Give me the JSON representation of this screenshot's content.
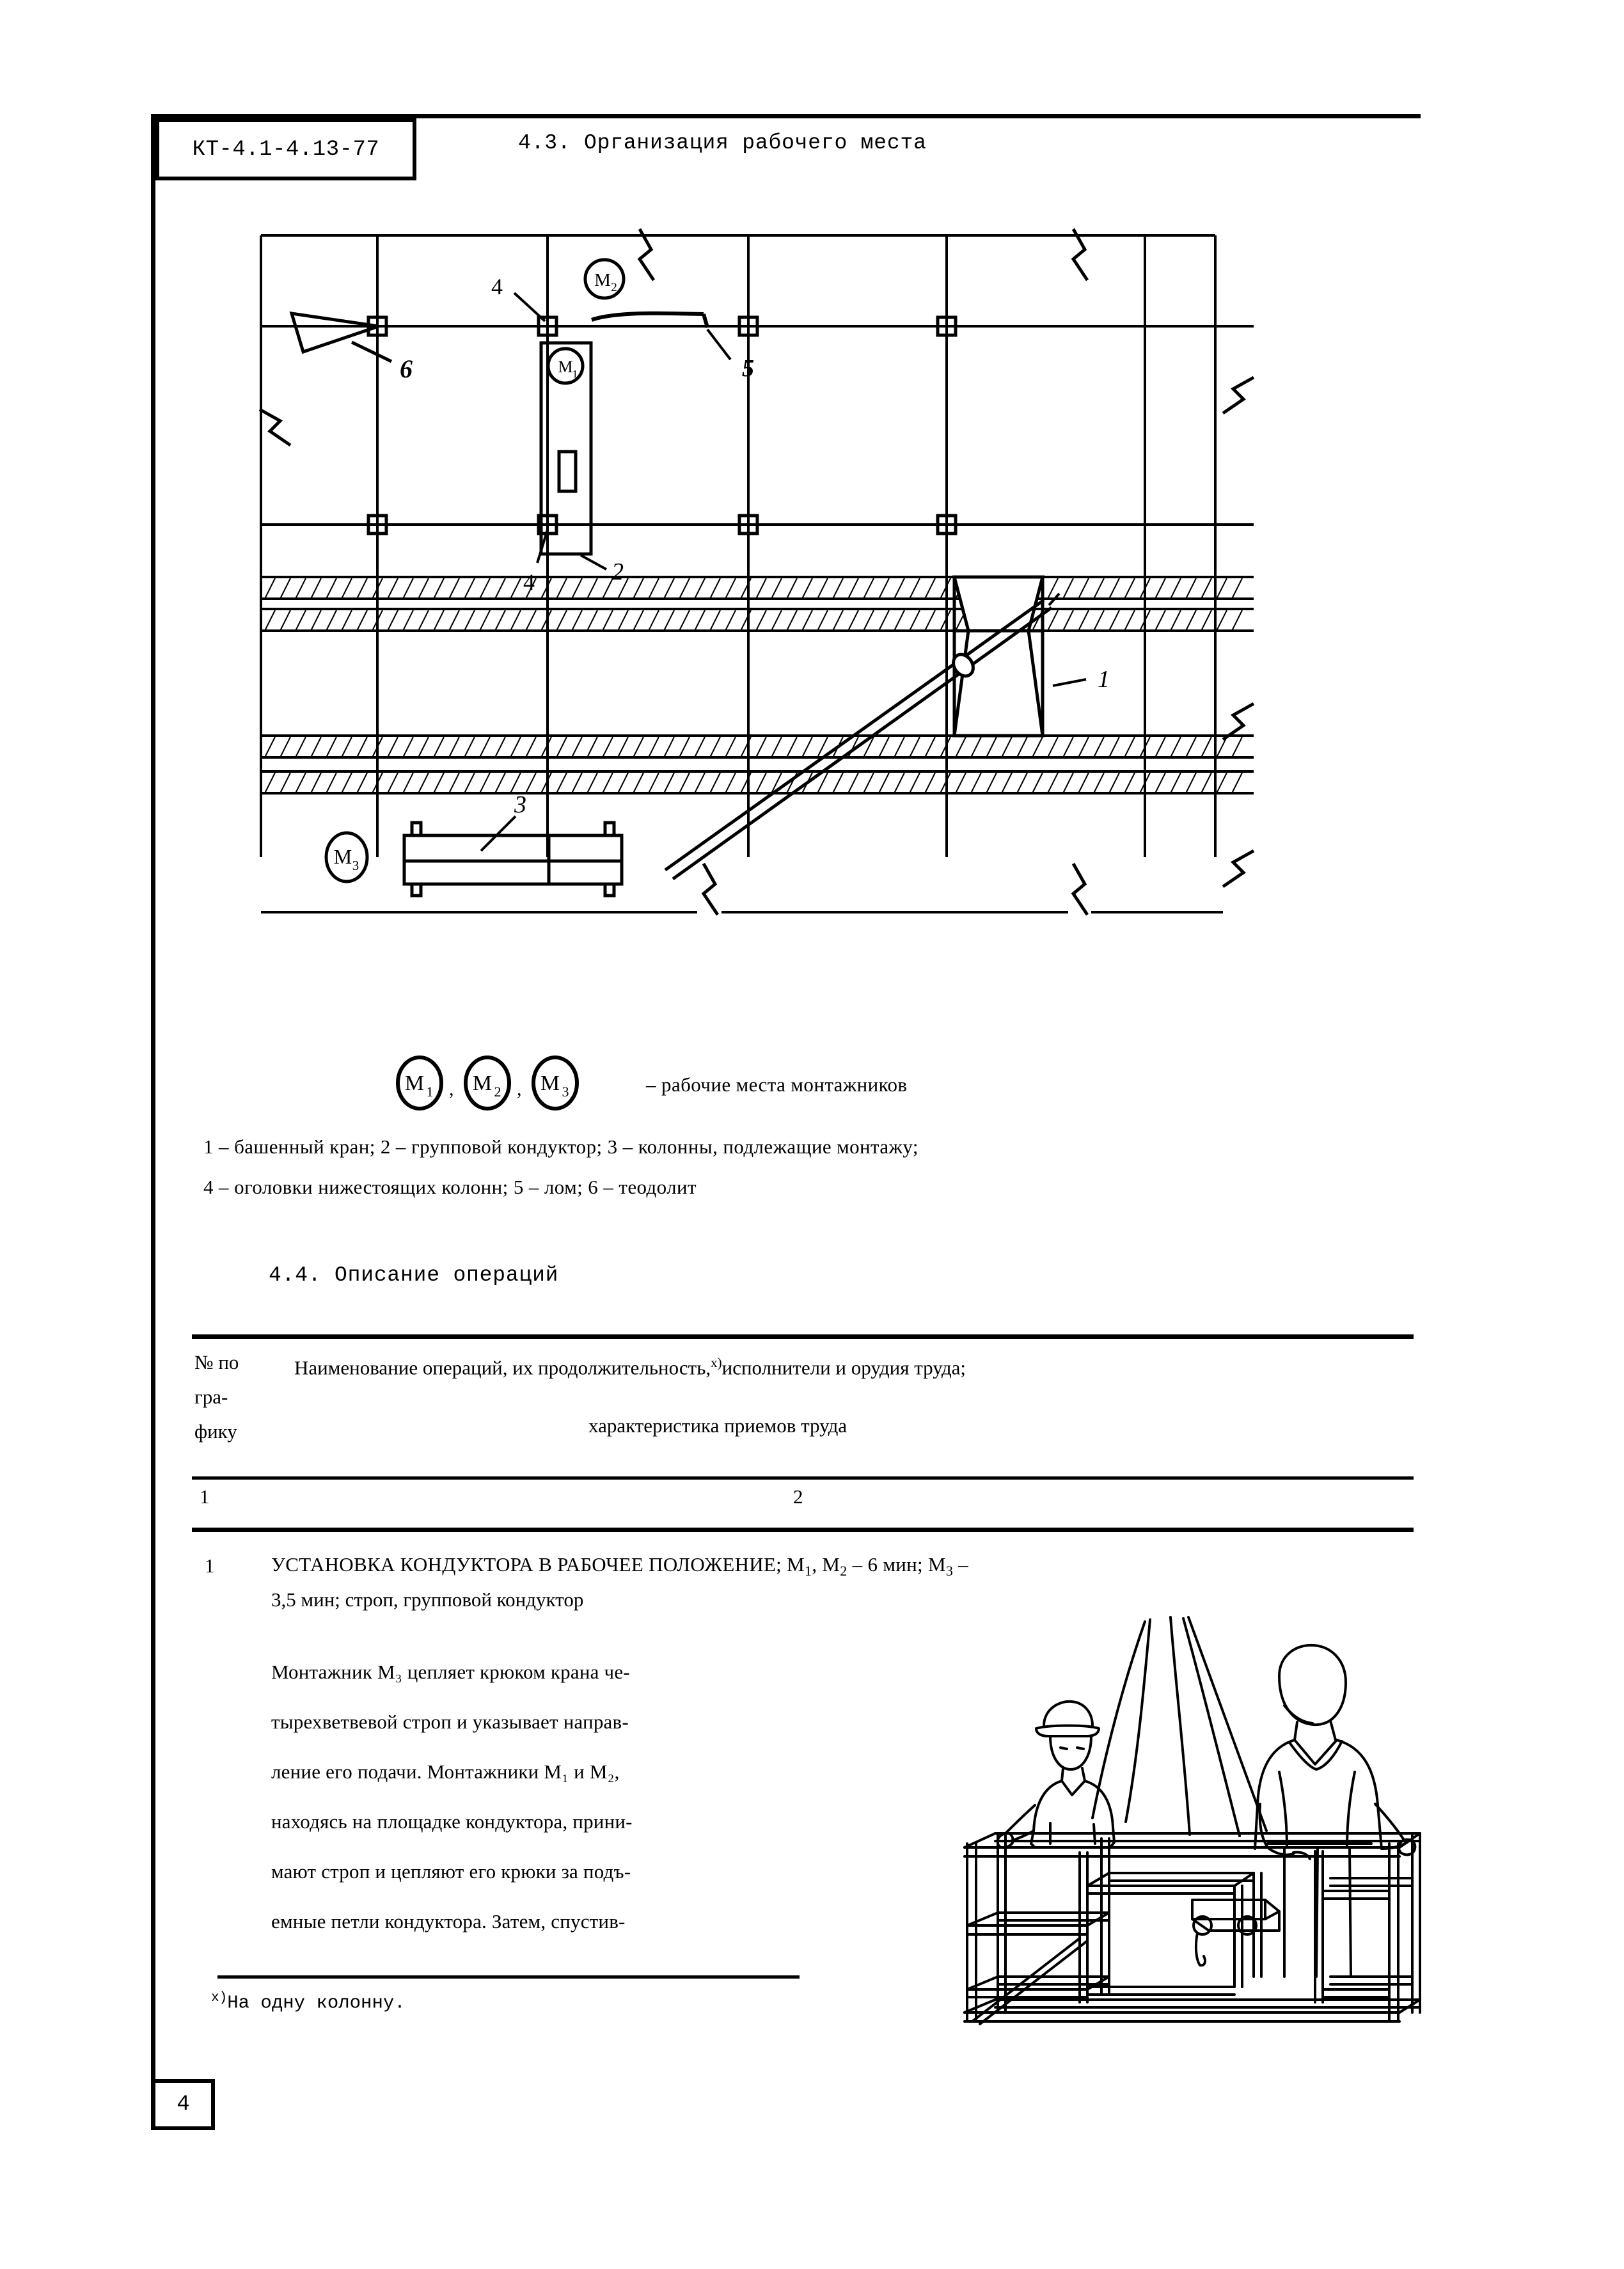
{
  "document": {
    "code": "КТ-4.1-4.13-77",
    "page_number": "4"
  },
  "header": {
    "section_title": "4.3. Организация рабочего места"
  },
  "diagram": {
    "markers": [
      {
        "id": "M1",
        "letter": "М",
        "sub": "1"
      },
      {
        "id": "M2",
        "letter": "М",
        "sub": "2"
      },
      {
        "id": "M3",
        "letter": "М",
        "sub": "3"
      }
    ],
    "callouts": [
      "1",
      "2",
      "3",
      "4",
      "4",
      "5",
      "6"
    ]
  },
  "legend": {
    "symbols_caption": "– рабочие места монтажников",
    "marker_1": "М",
    "marker_1_sub": "1",
    "marker_2": "М",
    "marker_2_sub": "2",
    "marker_3": "М",
    "marker_3_sub": "3",
    "line_1": "1 – башенный кран; 2 – групповой кондуктор; 3 – колонны, подлежащие монтажу;",
    "line_2": "4 – оголовки нижестоящих колонн; 5 – лом; 6 – теодолит"
  },
  "section_44": {
    "title": "4.4. Описание операций"
  },
  "table": {
    "header": {
      "col1": "№ по графику",
      "col1_line1": "№ по",
      "col1_line2": "гра-",
      "col1_line3": "фику",
      "col2_line1_a": "Наименование операций, их продолжительность,",
      "col2_line1_sup": "х)",
      "col2_line1_b": "исполнители и орудия труда;",
      "col2_line2": "характеристика приемов труда"
    },
    "column_numbers": {
      "col1": "1",
      "col2": "2"
    },
    "rows": [
      {
        "number": "1",
        "title_prefix": "УСТАНОВКА КОНДУКТОРА В РАБОЧЕЕ ПОЛОЖЕНИЕ; М",
        "title_sub1": "1",
        "title_mid": ", М",
        "title_sub2": "2",
        "title_dur1": " – 6 мин; М",
        "title_sub3": "3",
        "title_tail": " –",
        "title_line2": "3,5 мин; строп, групповой кондуктор",
        "body_lines": [
          "Монтажник М₃ цепляет крюком крана че-",
          "тырехветвевой строп и указывает направ-",
          "ление его подачи. Монтажники М₁ и М₂,",
          "находясь на площадке кондуктора, прини-",
          "мают строп и цепляют его крюки за подъ-",
          "емные петли кондуктора. Затем, спустив-"
        ]
      }
    ]
  },
  "footnote": {
    "marker": "х)",
    "text": "На одну колонну."
  },
  "colors": {
    "ink": "#000000",
    "paper": "#ffffff"
  }
}
